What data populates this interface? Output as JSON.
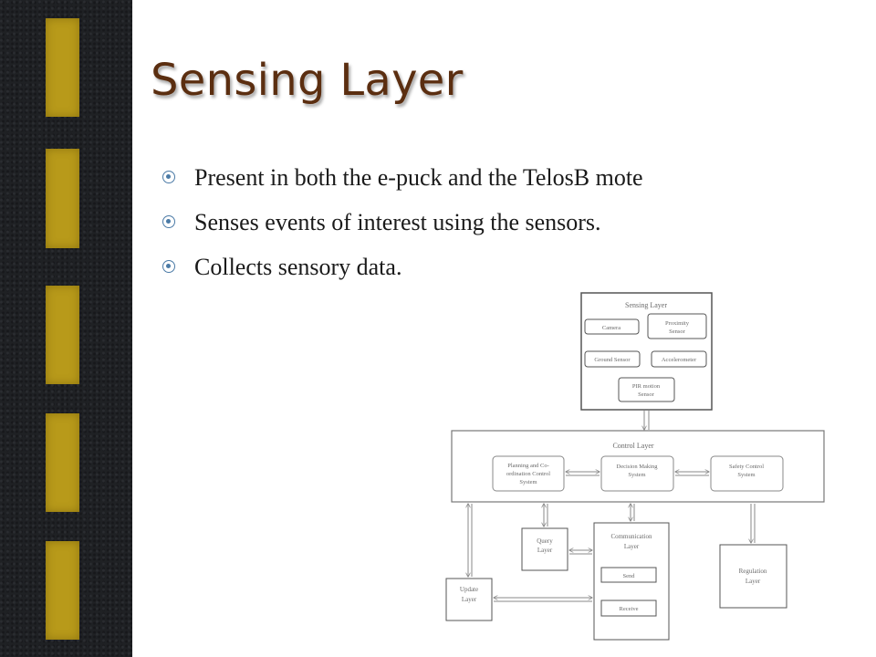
{
  "slide": {
    "title": "Sensing Layer",
    "bullets": [
      "Present in both the e-puck and the TelosB mote",
      "Senses events of interest using the sensors.",
      "Collects sensory data."
    ]
  },
  "diagram": {
    "sensing_layer": {
      "title": "Sensing Layer",
      "camera": "Camera",
      "proximity": [
        "Proximity",
        "Sensor"
      ],
      "ground": "Ground Sensor",
      "accelerometer": "Accelerometer",
      "pir": [
        "PIR motion",
        "Sensor"
      ]
    },
    "control_layer": {
      "title": "Control Layer",
      "planning": [
        "Planning and Co-",
        "ordination Control",
        "System"
      ],
      "decision": [
        "Decision Making",
        "System"
      ],
      "safety": [
        "Safety Control",
        "System"
      ]
    },
    "query_layer": [
      "Query",
      "Layer"
    ],
    "communication_layer": {
      "title": [
        "Communication",
        "Layer"
      ],
      "send": "Send",
      "receive": "Receive"
    },
    "update_layer": [
      "Update",
      "Layer"
    ],
    "regulation_layer": [
      "Regulation",
      "Layer"
    ]
  },
  "colors": {
    "title": "#5b2e10",
    "bullet_marker": "#4a7aa6",
    "road_background": "#1f2124",
    "road_stripe": "#b89a1a"
  }
}
